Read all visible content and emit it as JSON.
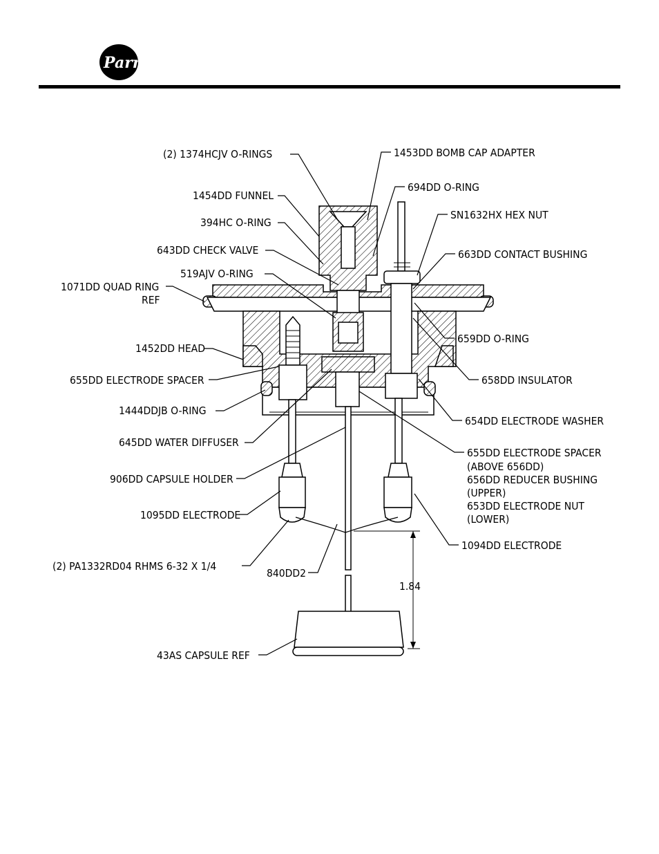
{
  "logo": {
    "text": "Parr"
  },
  "labels": {
    "l1": "(2) 1374HCJV O-RINGS",
    "l2": "1454DD FUNNEL",
    "l3": "394HC O-RING",
    "l4": "643DD CHECK VALVE",
    "l5": "519AJV O-RING",
    "l6a": "1071DD QUAD RING",
    "l6b": "REF",
    "l7": "1452DD HEAD",
    "l8": "655DD ELECTRODE SPACER",
    "l9": "1444DDJB O-RING",
    "l10": "645DD WATER DIFFUSER",
    "l11": "906DD CAPSULE HOLDER",
    "l12": "1095DD ELECTRODE",
    "l13": "(2) PA1332RD04 RHMS 6-32 X 1/4",
    "l14": "840DD2",
    "l15": "43AS CAPSULE REF",
    "r1": "1453DD BOMB CAP ADAPTER",
    "r2": "694DD O-RING",
    "r3": "SN1632HX HEX NUT",
    "r4": "663DD CONTACT BUSHING",
    "r5": "659DD O-RING",
    "r6": "658DD INSULATOR",
    "r7": "654DD ELECTRODE WASHER",
    "r8a": "655DD ELECTRODE SPACER",
    "r8b": "(ABOVE 656DD)",
    "r8c": "656DD REDUCER BUSHING",
    "r8d": "(UPPER)",
    "r8e": "653DD ELECTRODE NUT",
    "r8f": "(LOWER)",
    "r9": "1094DD ELECTRODE",
    "dim": "1.84"
  }
}
